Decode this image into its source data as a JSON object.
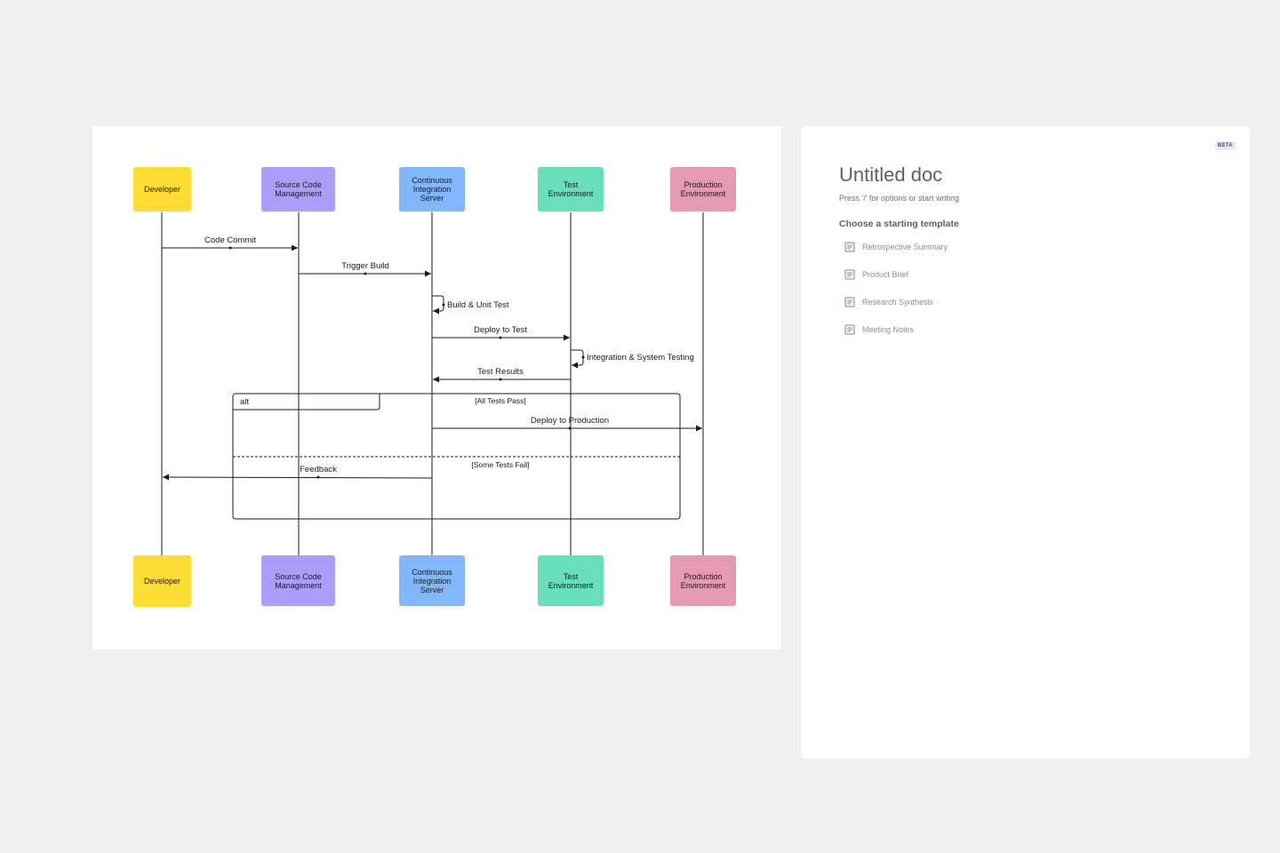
{
  "diagram": {
    "actors_top": [
      {
        "label": "Developer",
        "color": "#ffdd33"
      },
      {
        "label": "Source Code\nManagement",
        "color": "#ab9dfc"
      },
      {
        "label": "Continuous\nIntegration\nServer",
        "color": "#82b7fd"
      },
      {
        "label": "Test\nEnvironment",
        "color": "#67dfbc"
      },
      {
        "label": "Production\nEnvironment",
        "color": "#e599b2"
      }
    ],
    "actors_bottom": [
      {
        "label": "Developer",
        "color": "#ffdd33"
      },
      {
        "label": "Source Code\nManagement",
        "color": "#ab9dfc"
      },
      {
        "label": "Continuous\nIntegration\nServer",
        "color": "#82b7fd"
      },
      {
        "label": "Test\nEnvironment",
        "color": "#67dfbc"
      },
      {
        "label": "Production\nEnvironment",
        "color": "#e599b2"
      }
    ],
    "messages": {
      "code_commit": "Code Commit",
      "trigger_build": "Trigger Build",
      "build_unit_test": "Build & Unit Test",
      "deploy_to_test": "Deploy to Test",
      "integration_testing": "Integration & System Testing",
      "test_results": "Test Results",
      "deploy_to_production": "Deploy to Production",
      "feedback": "Feedback"
    },
    "fragment": {
      "operator": "alt",
      "guard_1": "[All Tests Pass]",
      "guard_2": "[Some Tests Fail]"
    }
  },
  "doc_panel": {
    "badge": "BETA",
    "title": "Untitled doc",
    "hint": "Press '/' for options or start writing",
    "templates_heading": "Choose a starting template",
    "templates": [
      {
        "label": "Retrospective Summary",
        "icon": "document-icon"
      },
      {
        "label": "Product Brief",
        "icon": "document-icon"
      },
      {
        "label": "Research Synthesis",
        "icon": "document-icon"
      },
      {
        "label": "Meeting Notes",
        "icon": "document-icon"
      }
    ]
  }
}
